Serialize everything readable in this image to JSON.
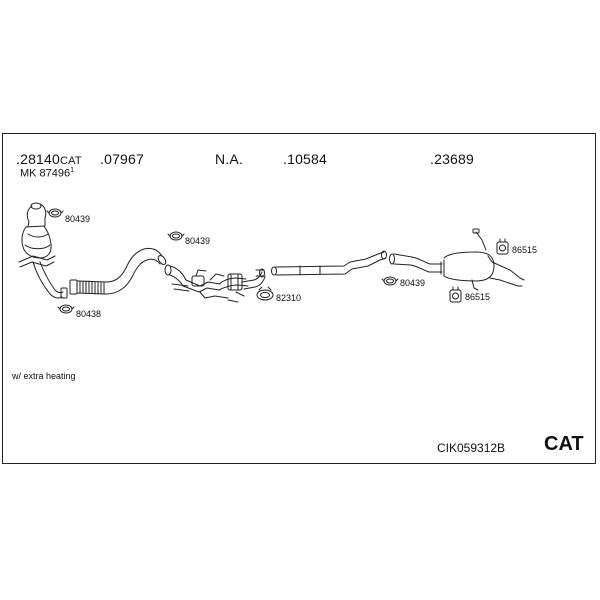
{
  "header": {
    "parts": [
      {
        "number": ".28140",
        "suffix": "CAT"
      },
      {
        "number": ".07967",
        "suffix": ""
      },
      {
        "number": "N.A.",
        "suffix": ""
      },
      {
        "number": ".10584",
        "suffix": ""
      },
      {
        "number": ".23689",
        "suffix": ""
      }
    ],
    "mk_label": "MK 87496",
    "mk_marker": "1"
  },
  "clamps": {
    "c1": "80439",
    "c2": "80439",
    "c3": "80438",
    "c4": "82310",
    "c5": "80439",
    "r1": "86515",
    "r2": "86515"
  },
  "note": "w/ extra heating",
  "footer": {
    "code": "CIK059312B",
    "badge": "CAT"
  },
  "colors": {
    "line": "#222222",
    "background": "#ffffff"
  }
}
